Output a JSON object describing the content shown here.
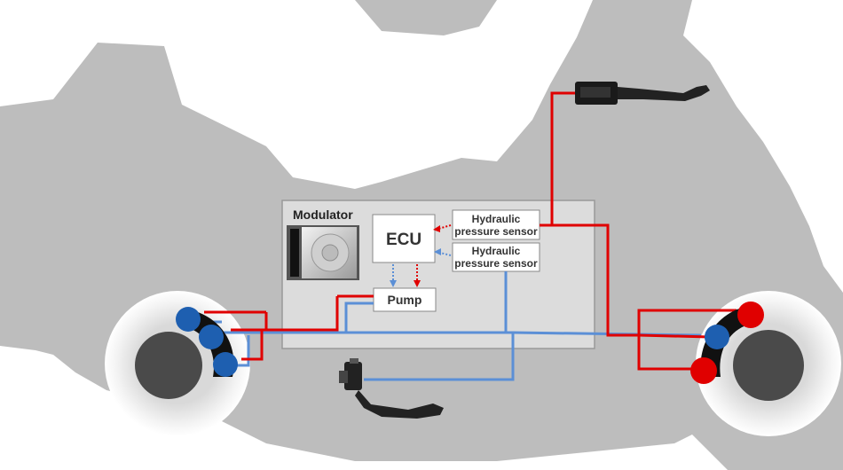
{
  "labels": {
    "modulator": "Modulator",
    "ecu": "ECU",
    "sensor_front": "Hydraulic pressure sensor",
    "sensor_rear": "Hydraulic pressure sensor",
    "pump": "Pump"
  },
  "colors": {
    "silhouette": "#bdbdbd",
    "front_circuit": "#e00000",
    "rear_circuit": "#5b8fd6",
    "modulator_box": "#dcdcdc",
    "caliper_blue": "#1e5fb0",
    "caliper_red": "#e00000"
  },
  "icons": [
    "hand-brake-lever-icon",
    "foot-brake-pedal-icon",
    "motor-icon"
  ]
}
